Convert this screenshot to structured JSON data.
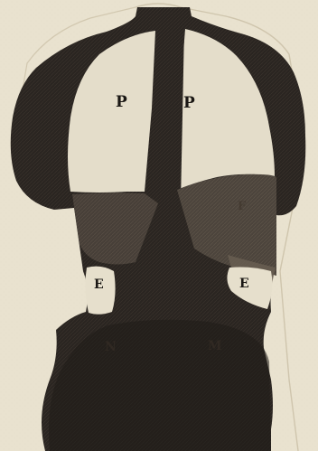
{
  "figure": {
    "labels": {
      "lung_left": "P",
      "lung_right": "P",
      "liver_side": "F",
      "kidney_left": "E",
      "kidney_right": "E",
      "lower_left": "N",
      "lower_right": "M"
    }
  }
}
